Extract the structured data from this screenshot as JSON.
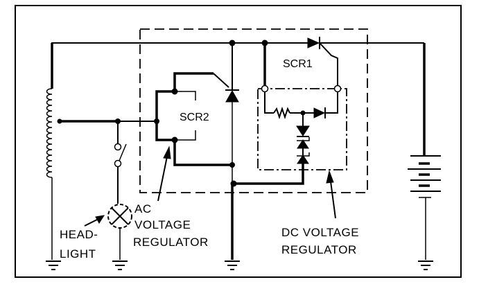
{
  "diagram": {
    "type": "circuit-schematic",
    "components": {
      "scr1": {
        "label": "SCR1"
      },
      "scr2": {
        "label": "SCR2"
      },
      "generator_coil": {
        "label": ""
      },
      "headlight": {
        "label_line1": "HEAD-",
        "label_line2": "LIGHT"
      },
      "ac_regulator": {
        "label_line1": "AC",
        "label_line2": "VOLTAGE",
        "label_line3": "REGULATOR"
      },
      "dc_regulator": {
        "label_line1": "DC VOLTAGE",
        "label_line2": "REGULATOR"
      },
      "battery": {
        "label": ""
      },
      "switch": {
        "label": ""
      }
    },
    "colors": {
      "ink": "#000000",
      "background": "#ffffff"
    }
  }
}
